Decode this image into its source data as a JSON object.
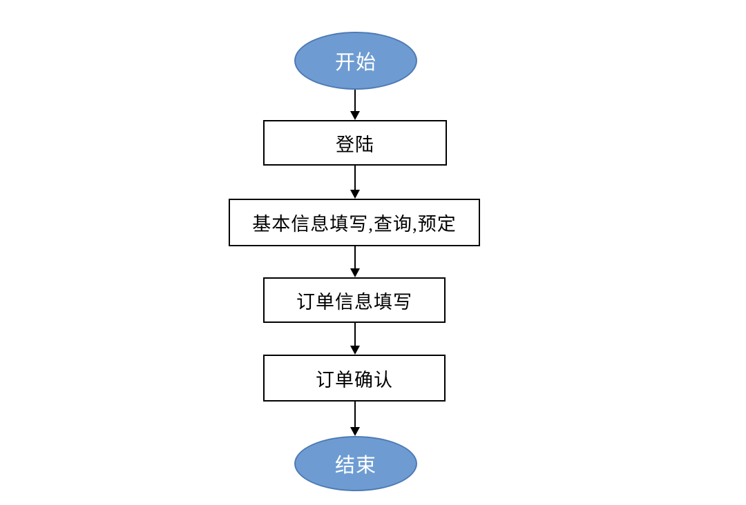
{
  "flowchart": {
    "description": "Booking process flowchart (vertical, top to bottom)",
    "colors": {
      "terminator_fill": "#6E9CD2",
      "terminator_border": "#4E7AB5",
      "terminator_text": "#FFFFFF",
      "process_fill": "#FFFFFF",
      "process_border": "#000000",
      "process_text": "#000000",
      "connector": "#000000"
    },
    "nodes": [
      {
        "id": "start",
        "type": "terminator",
        "label": "开始"
      },
      {
        "id": "login",
        "type": "process",
        "label": "登陆"
      },
      {
        "id": "basic-info",
        "type": "process",
        "label": "基本信息填写,查询,预定"
      },
      {
        "id": "order-info",
        "type": "process",
        "label": "订单信息填写"
      },
      {
        "id": "order-confirm",
        "type": "process",
        "label": "订单确认"
      },
      {
        "id": "end",
        "type": "terminator",
        "label": "结束"
      }
    ],
    "edges": [
      {
        "from": "start",
        "to": "login"
      },
      {
        "from": "login",
        "to": "basic-info"
      },
      {
        "from": "basic-info",
        "to": "order-info"
      },
      {
        "from": "order-info",
        "to": "order-confirm"
      },
      {
        "from": "order-confirm",
        "to": "end"
      }
    ]
  }
}
